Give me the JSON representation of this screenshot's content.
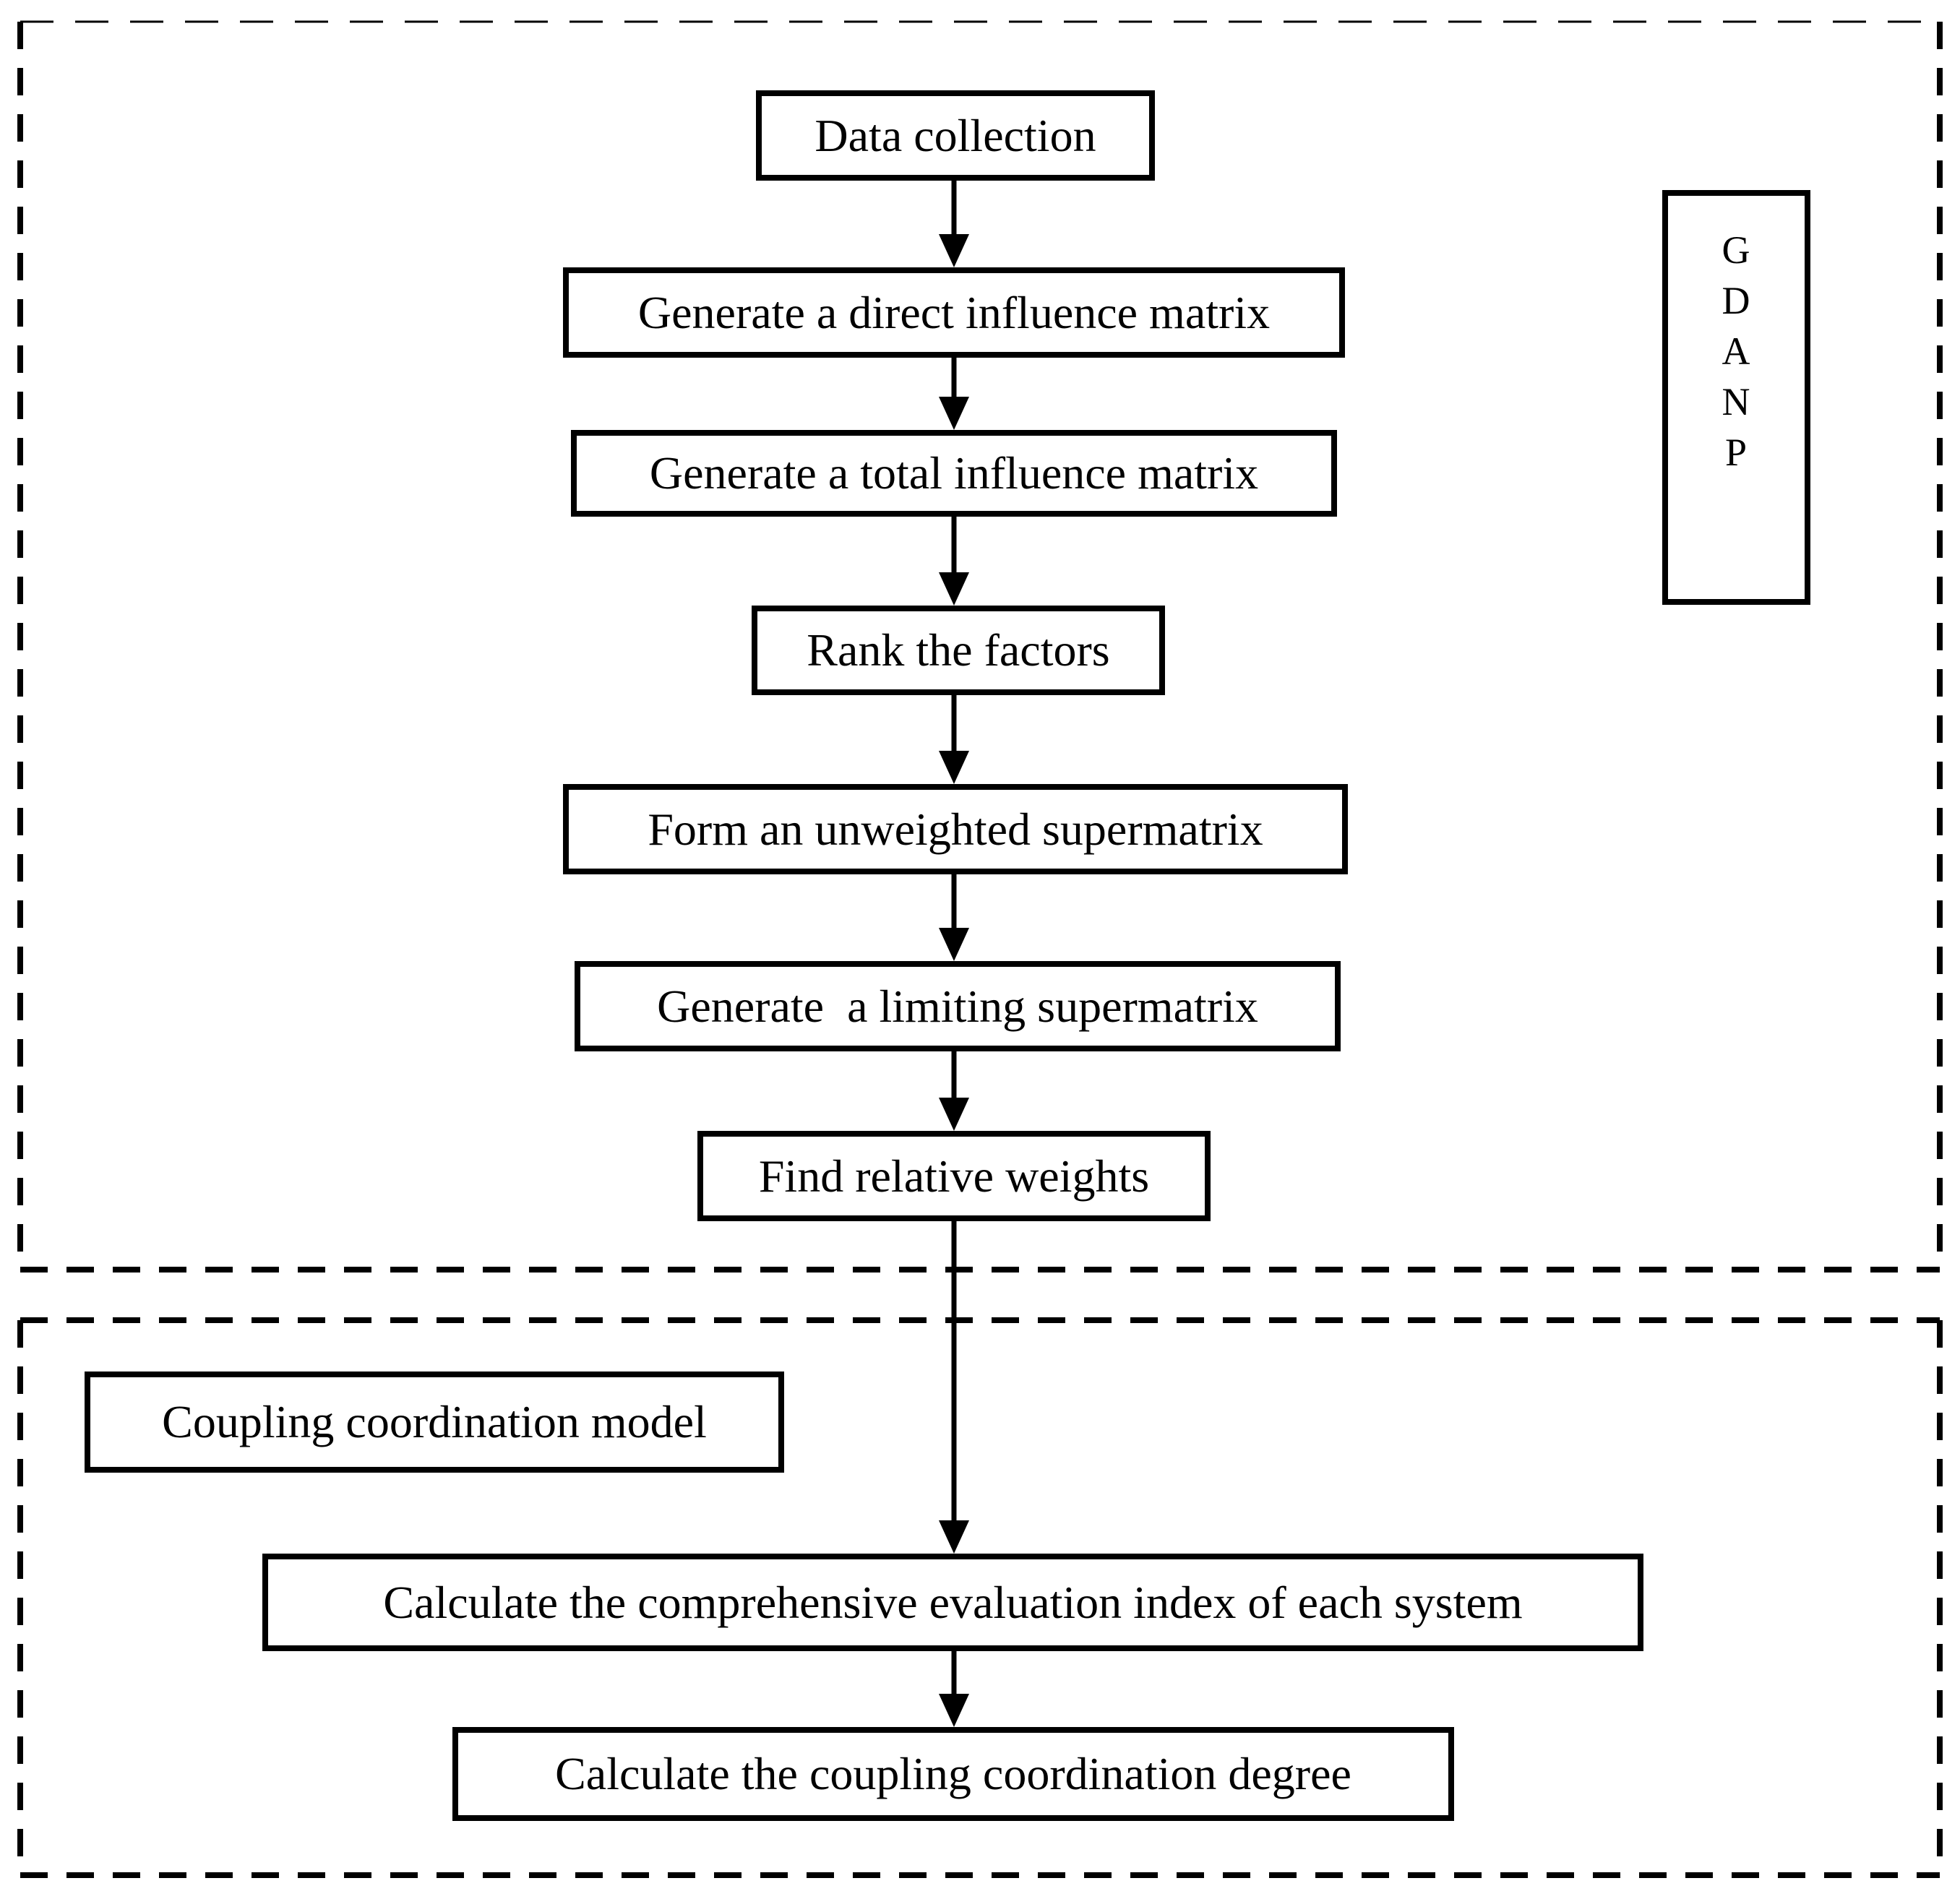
{
  "diagram": {
    "title": "GDANP and coupling coordination model flowchart",
    "colors": {
      "ink": "#000000",
      "background": "#ffffff"
    },
    "top_section": {
      "boxes": {
        "data_collection": "Data collection",
        "direct_influence": "Generate a direct influence matrix",
        "total_influence": "Generate a total influence matrix",
        "rank_factors": "Rank the factors",
        "unweighted_supermatrix": "Form an unweighted supermatrix",
        "limiting_supermatrix": "Generate  a limiting supermatrix",
        "find_weights": "Find relative weights"
      },
      "side_label": {
        "text": "GDANP",
        "letters": [
          "G",
          "D",
          "A",
          "N",
          "P"
        ]
      }
    },
    "bottom_section": {
      "boxes": {
        "coupling_model": "Coupling coordination model",
        "comprehensive_index": "Calculate the comprehensive evaluation index of each system",
        "coupling_degree": "Calculate the coupling coordination degree"
      }
    }
  }
}
